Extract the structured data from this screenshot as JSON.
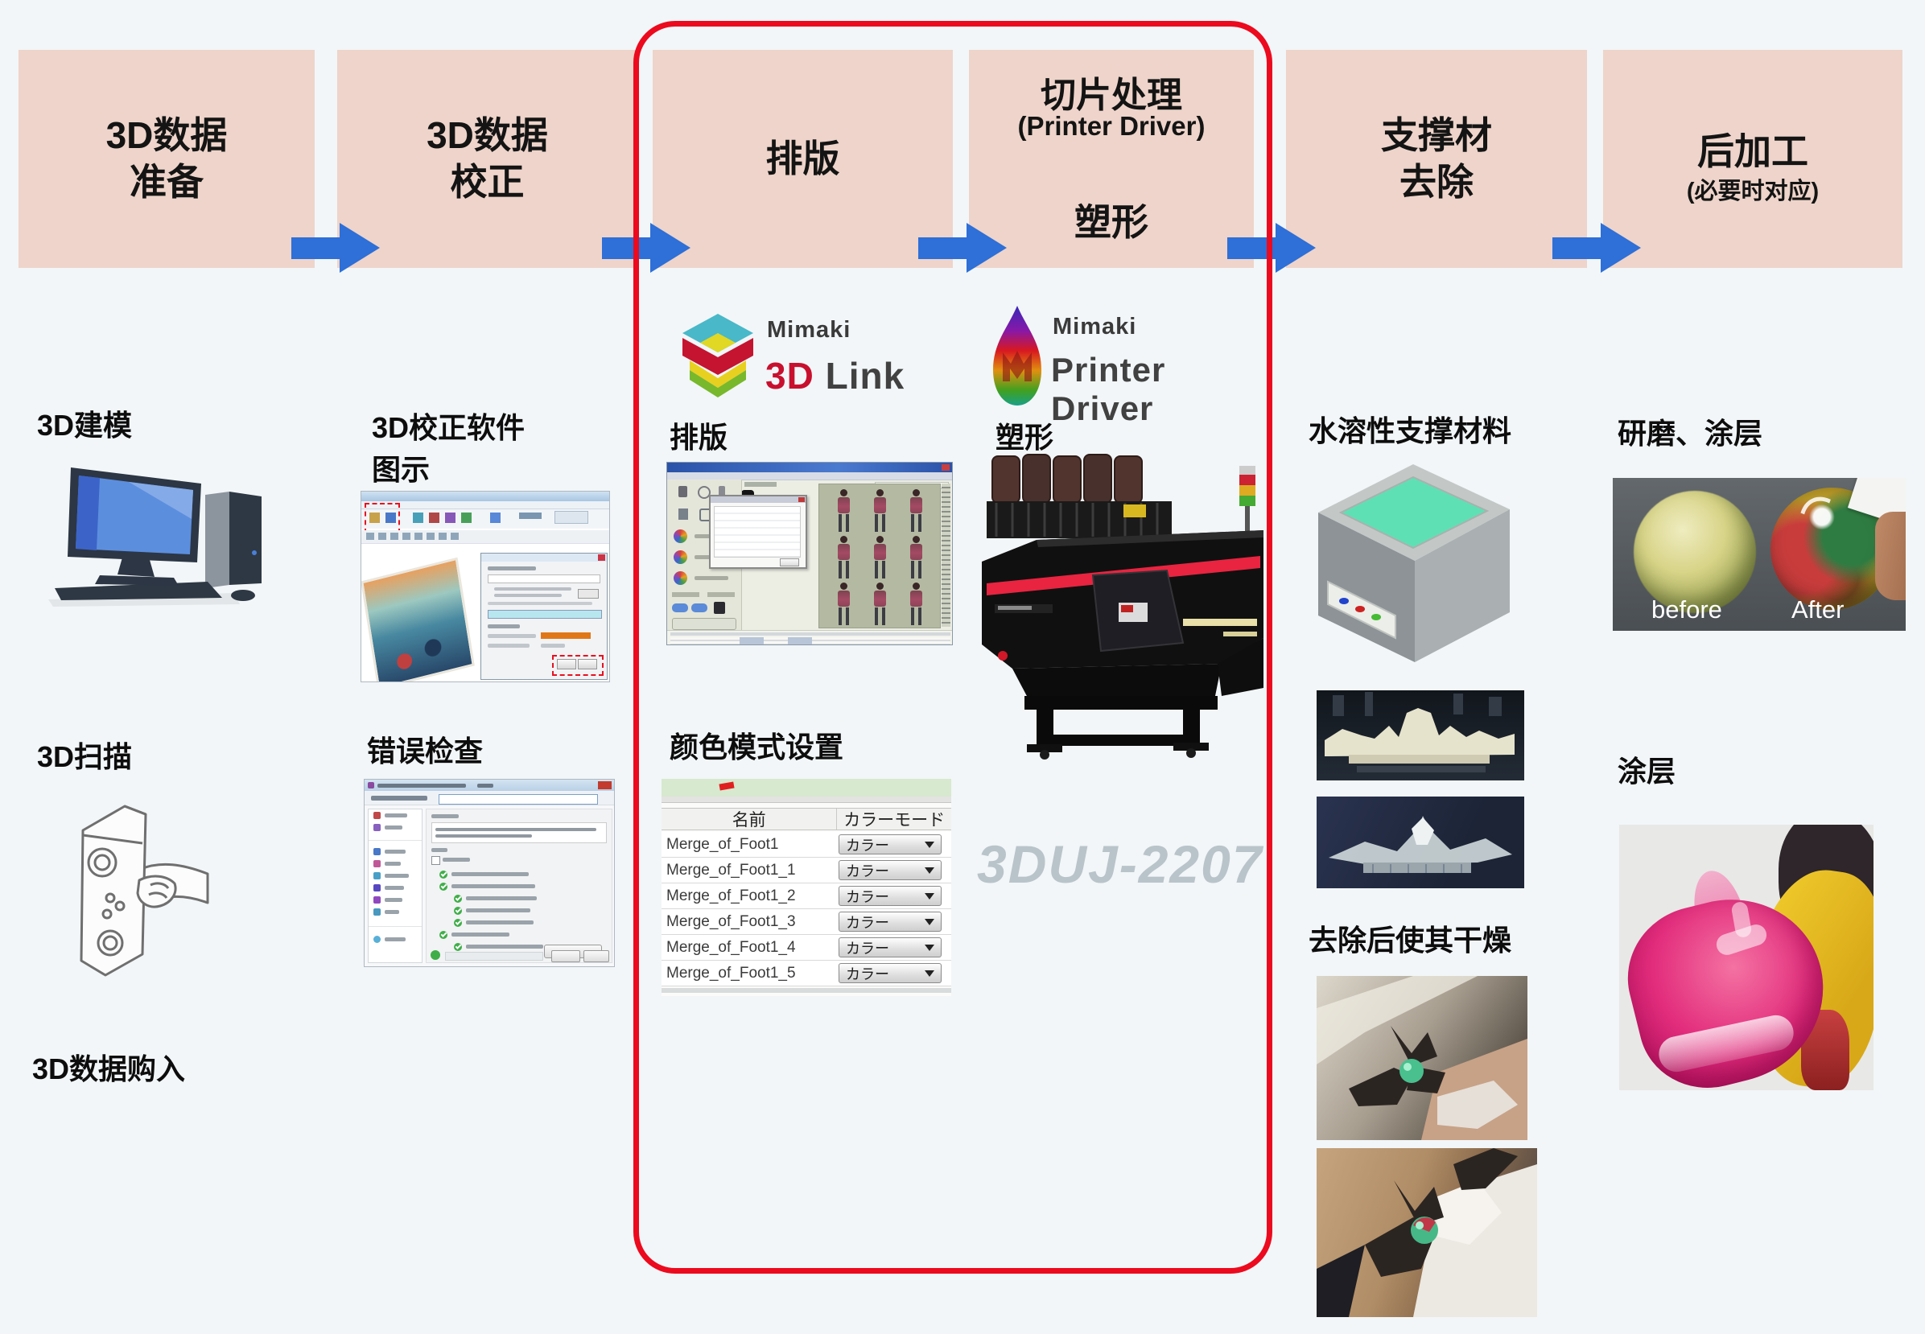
{
  "colors": {
    "arrow_blue": "#2E6FD8",
    "highlight_red": "#EC0A1E",
    "step_box_pink": "#EED4CA",
    "model_gray": "#B9C4CA",
    "logo_accent_red": "#C8102E"
  },
  "flow": {
    "steps": [
      {
        "lines": [
          "3D数据",
          "准备"
        ]
      },
      {
        "lines": [
          "3D数据",
          "校正"
        ]
      },
      {
        "lines": [
          "排版"
        ]
      },
      {
        "pre": "切片处理",
        "pre_sub": "(Printer Driver)",
        "lines": [
          "塑形"
        ]
      },
      {
        "lines": [
          "支撑材",
          "去除"
        ]
      },
      {
        "lines": [
          "后加工"
        ],
        "sub": "(必要时对应)"
      }
    ]
  },
  "logos": {
    "link": {
      "brand": "Mimaki",
      "accent": "3D",
      "rest": "Link"
    },
    "driver": {
      "brand": "Mimaki",
      "name": "Printer Driver"
    }
  },
  "col1": {
    "modeling_label": "3D建模",
    "scan_label": "3D扫描",
    "purchase_label": "3D数据购入"
  },
  "col2": {
    "software_label_line1": "3D校正软件",
    "software_label_line2": "图示",
    "error_label": "错误检查"
  },
  "col3": {
    "layout_label": "排版",
    "colormode_label": "颜色模式设置",
    "table": {
      "name_header": "名前",
      "mode_header": "カラーモード",
      "rows": [
        {
          "name": "Merge_of_Foot1",
          "mode": "カラー"
        },
        {
          "name": "Merge_of_Foot1_1",
          "mode": "カラー"
        },
        {
          "name": "Merge_of_Foot1_2",
          "mode": "カラー"
        },
        {
          "name": "Merge_of_Foot1_3",
          "mode": "カラー"
        },
        {
          "name": "Merge_of_Foot1_4",
          "mode": "カラー"
        },
        {
          "name": "Merge_of_Foot1_5",
          "mode": "カラー"
        }
      ]
    }
  },
  "col4": {
    "molding_label": "塑形",
    "printer_model": "3DUJ-2207"
  },
  "col5": {
    "support_label": "水溶性支撑材料",
    "dry_label": "去除后使其干燥"
  },
  "col6": {
    "polish_label": "研磨、涂层",
    "before_label": "before",
    "after_label": "After",
    "coating_label": "涂层"
  }
}
